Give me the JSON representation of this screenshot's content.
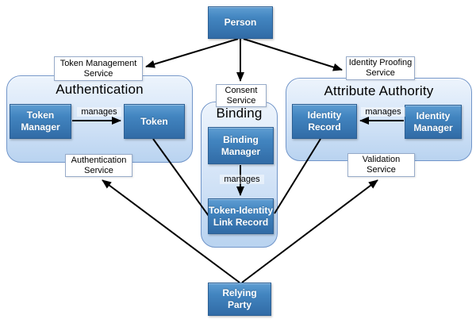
{
  "colors": {
    "node_fill_top": "#5e9dd2",
    "node_fill_bottom": "#316ba6",
    "node_border": "#2c5f94",
    "node_text": "#ffffff",
    "container_fill_top": "#edf4fc",
    "container_fill_bottom": "#b9d3f0",
    "container_border": "#7195c9",
    "service_fill": "#ffffff",
    "service_border": "#97abc9",
    "arrow": "#000000",
    "background": "#ffffff"
  },
  "containers": {
    "authentication": {
      "title": "Authentication"
    },
    "binding": {
      "title": "Binding"
    },
    "attribute_authority": {
      "title": "Attribute Authority"
    }
  },
  "nodes": {
    "person": {
      "label": "Person"
    },
    "token_manager": {
      "label": "Token\nManager"
    },
    "token": {
      "label": "Token"
    },
    "identity_record": {
      "label": "Identity\nRecord"
    },
    "identity_manager": {
      "label": "Identity\nManager"
    },
    "binding_manager": {
      "label": "Binding\nManager"
    },
    "token_identity_link_record": {
      "label": "Token-Identity\nLink Record"
    },
    "relying_party": {
      "label": "Relying\nParty"
    }
  },
  "services": {
    "token_management": {
      "label": "Token Management\nService"
    },
    "consent": {
      "label": "Consent\nService"
    },
    "identity_proofing": {
      "label": "Identity Proofing\nService"
    },
    "authentication": {
      "label": "Authentication\nService"
    },
    "validation": {
      "label": "Validation\nService"
    }
  },
  "edge_labels": {
    "token_manager_manages": "manages",
    "identity_manager_manages": "manages",
    "binding_manager_manages": "manages"
  }
}
